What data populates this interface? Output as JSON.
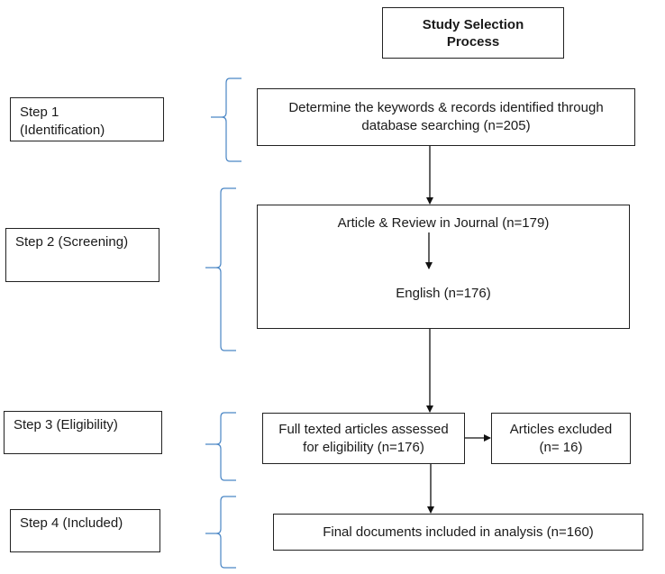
{
  "title": {
    "line1": "Study Selection",
    "line2": "Process"
  },
  "steps": [
    {
      "line1": "Step 1",
      "line2": "(Identification)"
    },
    {
      "line1": "Step 2  (Screening)"
    },
    {
      "line1": "Step 3 (Eligibility)"
    },
    {
      "line1": "Step 4 (Included)"
    }
  ],
  "flow": {
    "identification": {
      "line1": "Determine the keywords & records identified through",
      "line2": "database searching (n=205)"
    },
    "screening": {
      "articles": "Article & Review in Journal (n=179)",
      "english": "English (n=176)"
    },
    "eligibility": {
      "line1": "Full texted articles assessed",
      "line2": "for eligibility (n=176)"
    },
    "excluded": {
      "line1": "Articles excluded",
      "line2": "(n= 16)"
    },
    "included": "Final documents included in analysis (n=160)"
  },
  "colors": {
    "brace": "#4a86c5",
    "line": "#111111"
  }
}
